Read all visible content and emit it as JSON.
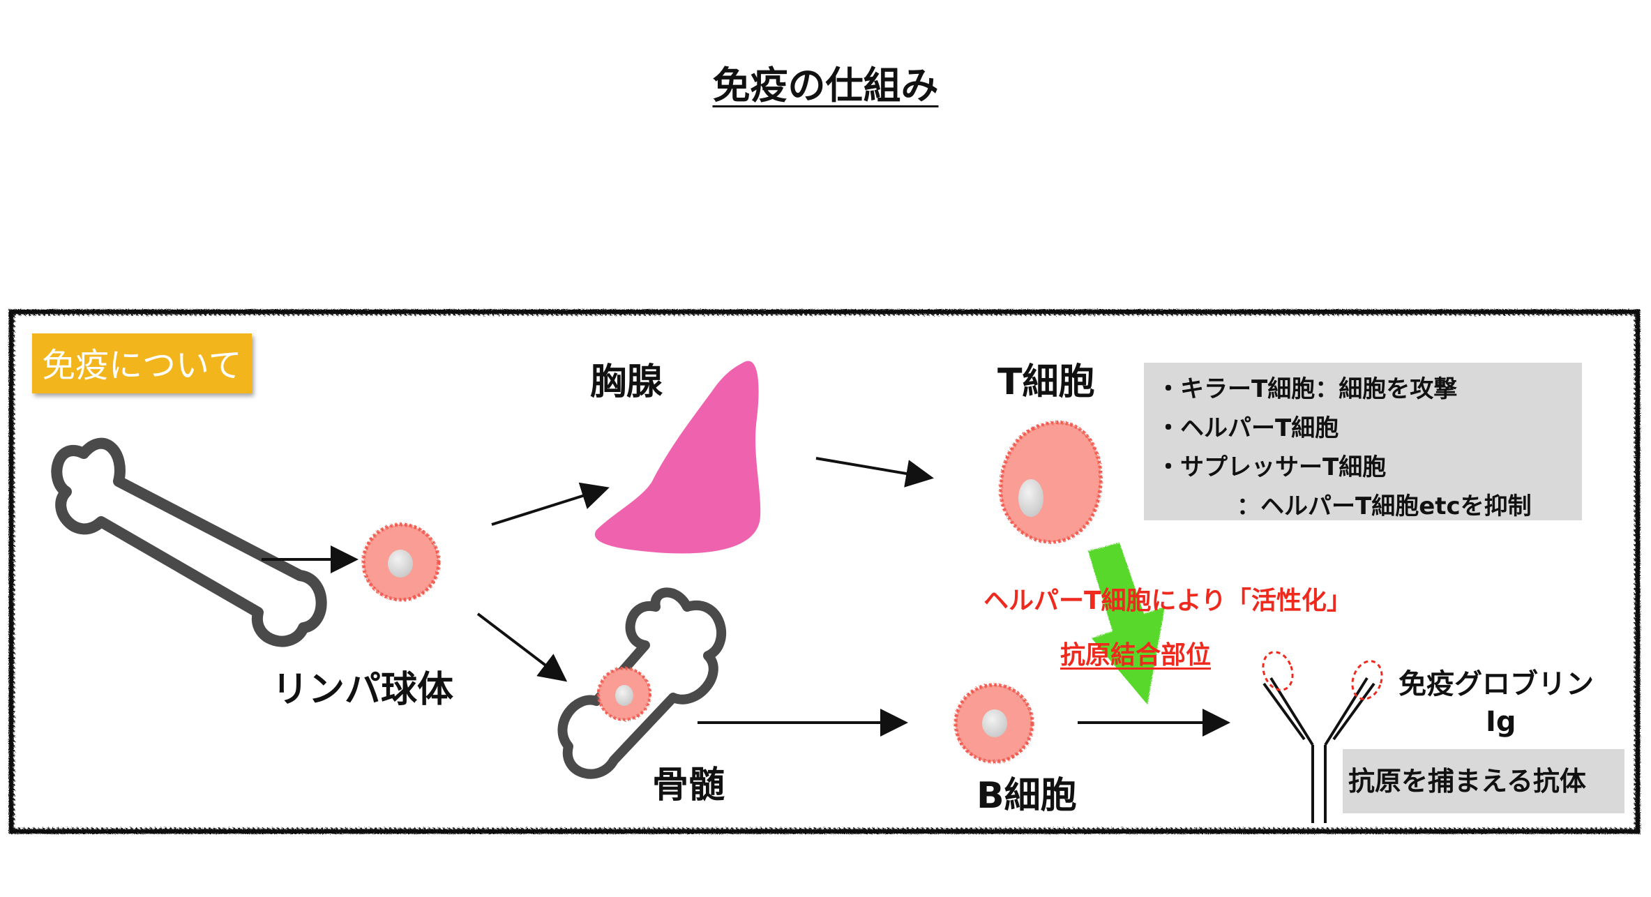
{
  "title": "免疫の仕組み",
  "tag": "免疫について",
  "labels": {
    "thymus": "胸腺",
    "t_cell": "T細胞",
    "lymphocyte": "リンパ球体",
    "bone_marrow": "骨髄",
    "b_cell": "B細胞",
    "immunoglobulin": "免疫グロブリン",
    "ig": "Ig"
  },
  "t_cell_types": [
    "・キラーT細胞：細胞を攻撃",
    "・ヘルパーT細胞",
    "・サプレッサーT細胞",
    "：ヘルパーT細胞etcを抑制"
  ],
  "activation_text": "ヘルパーT細胞により「活性化」",
  "antigen_binding_site": "抗原結合部位",
  "antibody_caption": "抗原を捕まえる抗体",
  "colors": {
    "tag_bg": "#f3b51c",
    "thymus": "#ef62ad",
    "cell_fill": "#fa9d94",
    "cell_edge": "#f25a4f",
    "nucleus": "#d9d9d9",
    "bone_stroke": "#4a4a4a",
    "green_arrow": "#58d82c",
    "red_text": "#ee2a1f",
    "info_bg": "#d9d9d9"
  }
}
